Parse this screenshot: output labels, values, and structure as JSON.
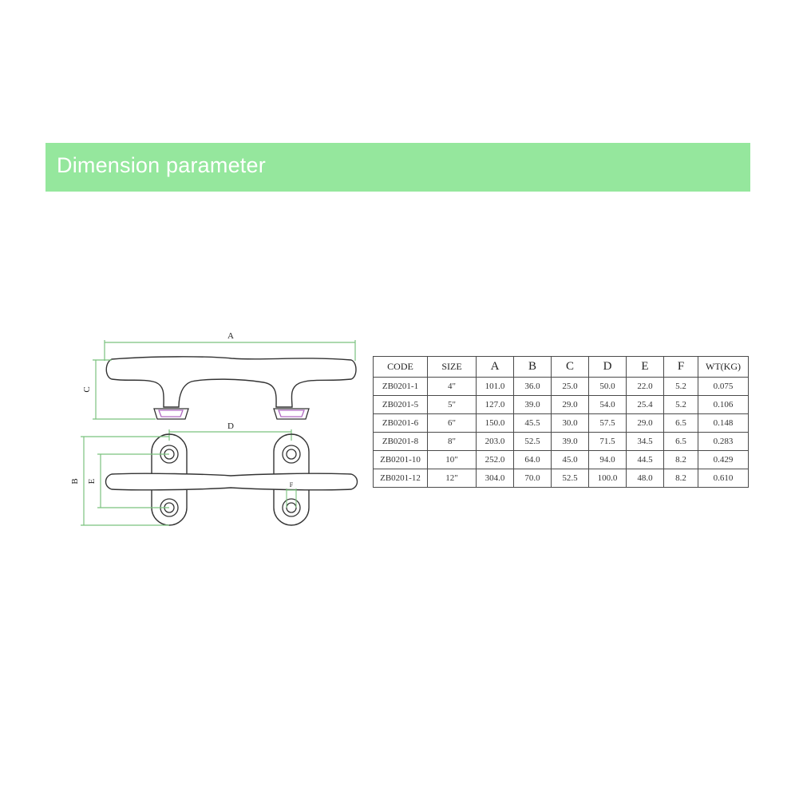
{
  "banner": {
    "title": "Dimension parameter",
    "color": "#95e79d",
    "text_color": "#ffffff"
  },
  "drawing": {
    "labels": {
      "a": "A",
      "b": "B",
      "c": "C",
      "d": "D",
      "e": "E",
      "f": "F"
    },
    "dimension_line_color": "#7ac27e",
    "accent_color": "#b06ac2"
  },
  "table": {
    "headers": [
      "CODE",
      "SIZE",
      "A",
      "B",
      "C",
      "D",
      "E",
      "F",
      "WT(KG)"
    ],
    "rows": [
      [
        "ZB0201-1",
        "4\"",
        "101.0",
        "36.0",
        "25.0",
        "50.0",
        "22.0",
        "5.2",
        "0.075"
      ],
      [
        "ZB0201-5",
        "5\"",
        "127.0",
        "39.0",
        "29.0",
        "54.0",
        "25.4",
        "5.2",
        "0.106"
      ],
      [
        "ZB0201-6",
        "6\"",
        "150.0",
        "45.5",
        "30.0",
        "57.5",
        "29.0",
        "6.5",
        "0.148"
      ],
      [
        "ZB0201-8",
        "8\"",
        "203.0",
        "52.5",
        "39.0",
        "71.5",
        "34.5",
        "6.5",
        "0.283"
      ],
      [
        "ZB0201-10",
        "10\"",
        "252.0",
        "64.0",
        "45.0",
        "94.0",
        "44.5",
        "8.2",
        "0.429"
      ],
      [
        "ZB0201-12",
        "12\"",
        "304.0",
        "70.0",
        "52.5",
        "100.0",
        "48.0",
        "8.2",
        "0.610"
      ]
    ]
  }
}
